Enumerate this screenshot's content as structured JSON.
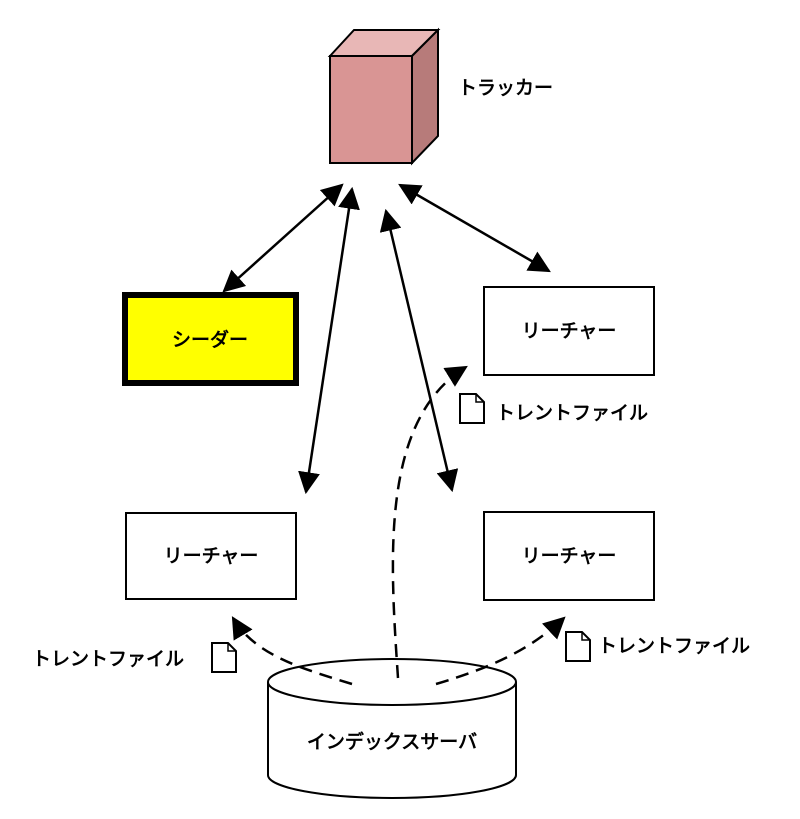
{
  "tracker": {
    "label": "トラッカー"
  },
  "seeder": {
    "label": "シーダー"
  },
  "leechers": [
    {
      "label": "リーチャー"
    },
    {
      "label": "リーチャー"
    },
    {
      "label": "リーチャー"
    }
  ],
  "torrent_files": [
    {
      "label": "トレントファイル"
    },
    {
      "label": "トレントファイル"
    },
    {
      "label": "トレントファイル"
    }
  ],
  "index_server": {
    "label": "インデックスサーバ"
  },
  "colors": {
    "tracker_front": "#d99594",
    "tracker_top": "#e8b7b6",
    "tracker_side": "#b77b7a",
    "seeder_fill": "#ffff00",
    "line": "#000000"
  }
}
